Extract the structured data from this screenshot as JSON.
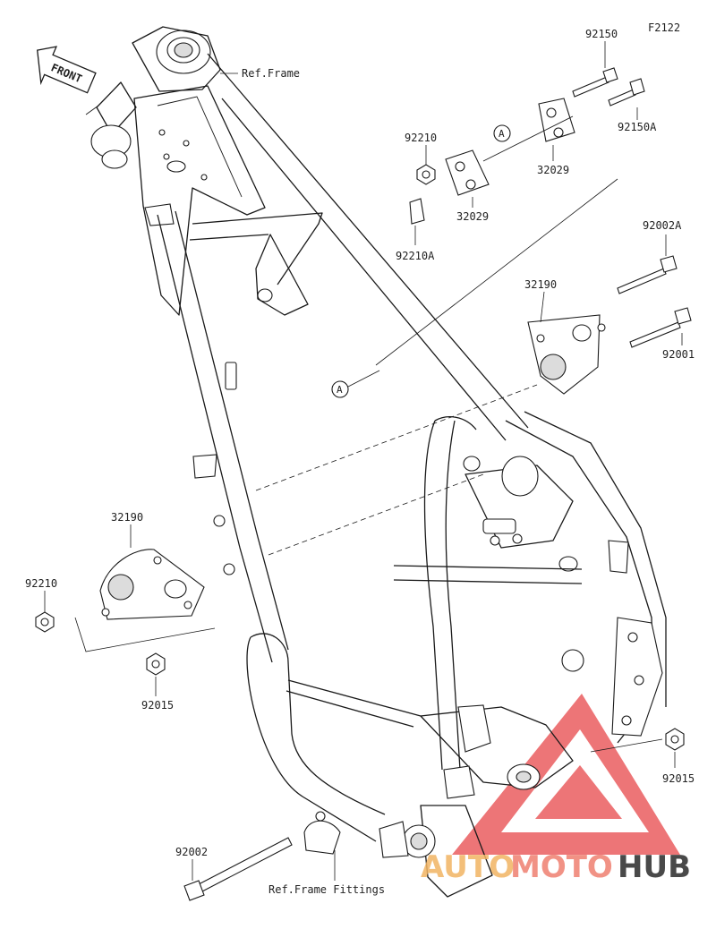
{
  "diagram": {
    "figure_code": "F2122",
    "front_label": "FRONT",
    "ref_labels": {
      "frame": "Ref.Frame",
      "frame_fittings": "Ref.Frame Fittings"
    },
    "callout_marker": "A",
    "parts": {
      "p92150": "92150",
      "p92150A": "92150A",
      "p92210_top": "92210",
      "p32029_right": "32029",
      "p32029_left": "32029",
      "p92210A": "92210A",
      "p92002A": "92002A",
      "p32190_right": "32190",
      "p92001": "92001",
      "p32190_left": "32190",
      "p92210_left": "92210",
      "p92015_left": "92015",
      "p92015_right": "92015",
      "p92002": "92002"
    }
  },
  "watermark": {
    "part1": "AUTO",
    "part2": "MOTO",
    "part3": "HUB",
    "colors": {
      "auto": "#f2b463",
      "moto": "#ef7f70",
      "hub": "#2a2a2a",
      "triangle": "#e8484a"
    }
  }
}
